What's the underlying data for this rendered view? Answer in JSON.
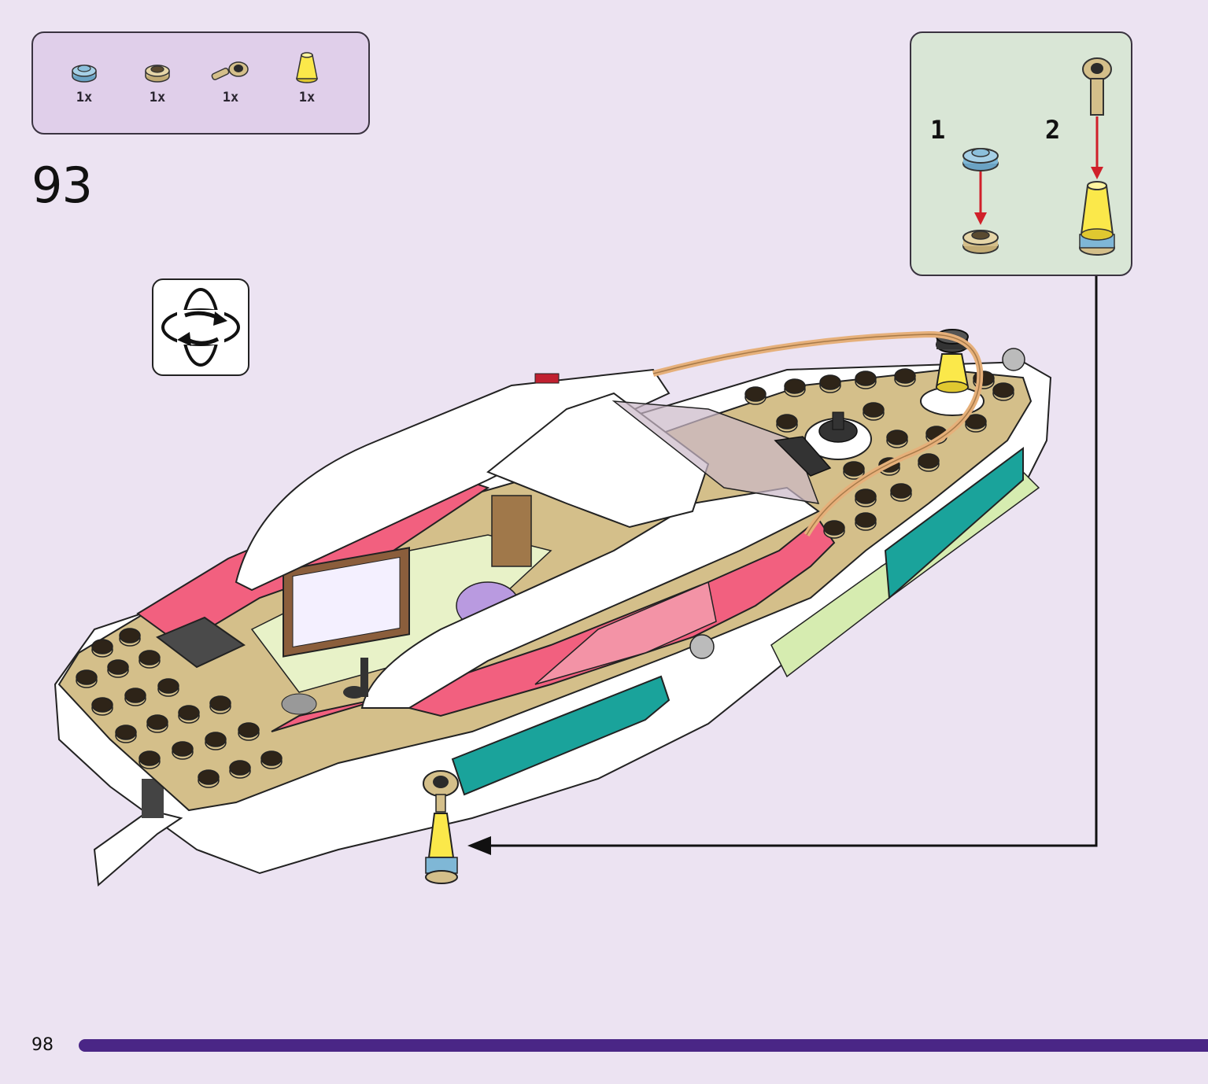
{
  "parts_list": [
    {
      "qty": "1x",
      "icon": "round-plate-blue-icon",
      "color": "#7fb7d6"
    },
    {
      "qty": "1x",
      "icon": "round-plate-tan-icon",
      "color": "#d4bf8a"
    },
    {
      "qty": "1x",
      "icon": "clip-bar-tan-icon",
      "color": "#d4bf8a"
    },
    {
      "qty": "1x",
      "icon": "cone-yellow-icon",
      "color": "#fbe84a"
    }
  ],
  "step": {
    "number": "93"
  },
  "sub_assembly": {
    "steps": [
      {
        "number": "1"
      },
      {
        "number": "2"
      }
    ]
  },
  "page": {
    "number": "98"
  },
  "colors": {
    "background": "#ece3f2",
    "parts_box": "#e0cfea",
    "sub_box": "#d9e6d6",
    "page_bar": "#4a2686",
    "arrow_red": "#d0202a",
    "tan": "#d4bf8a",
    "pink": "#f2607f",
    "teal": "#1aa39b",
    "white": "#ffffff",
    "yellow": "#fbe84a",
    "blue": "#7fb7d6"
  },
  "icons": {
    "rotate": "rotate-model-icon"
  }
}
